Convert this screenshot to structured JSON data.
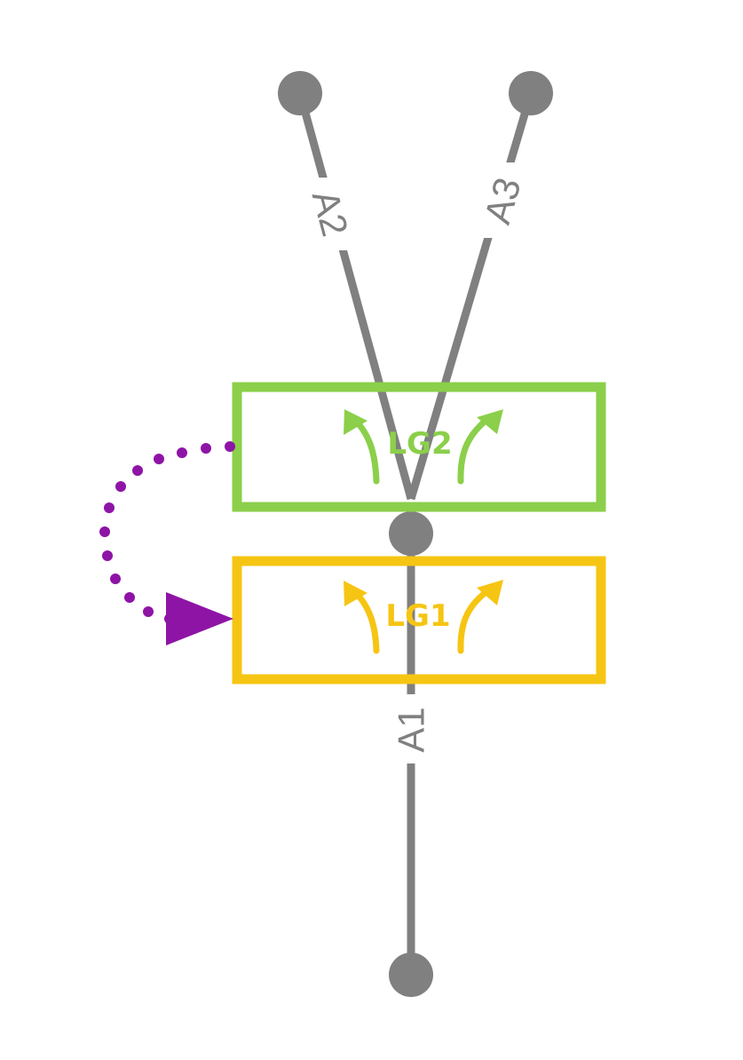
{
  "colors": {
    "edge": "#808080",
    "lg1": "#f6c513",
    "lg2": "#8bcf4a",
    "dependency": "#8e14a6",
    "background": "#ffffff"
  },
  "edges": {
    "a1": "A1",
    "a2": "A2",
    "a3": "A3"
  },
  "lane_groups": {
    "lg1": "LG1",
    "lg2": "LG2"
  },
  "dependency_arrow": {
    "style": "dotted",
    "from": "LG2",
    "to": "LG1"
  }
}
